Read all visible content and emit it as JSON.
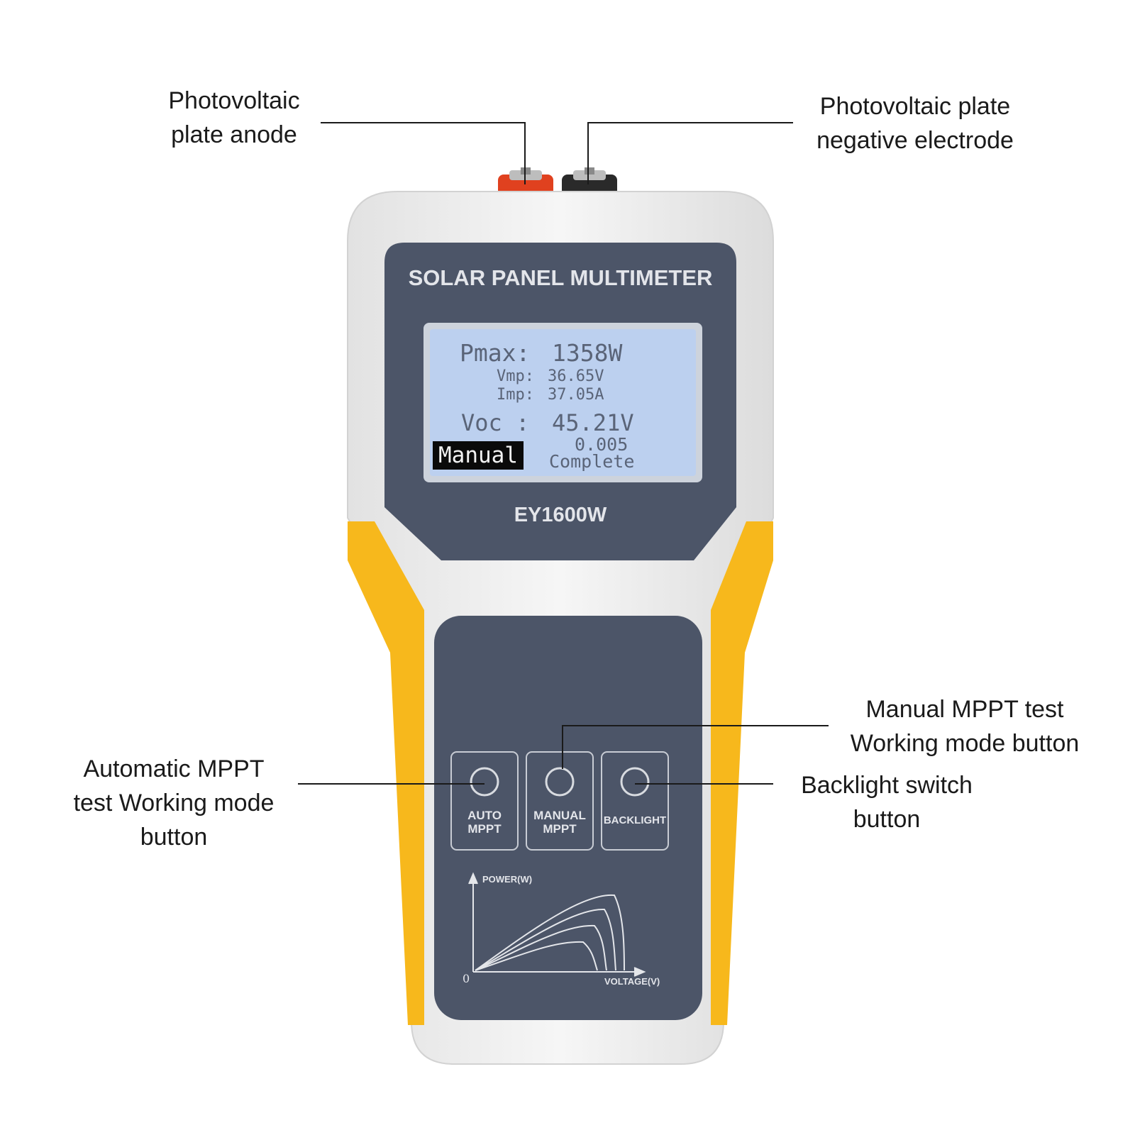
{
  "callouts": {
    "anode": [
      "Photovoltaic",
      "plate anode"
    ],
    "negative": [
      "Photovoltaic plate",
      "negative electrode"
    ],
    "manual": [
      "Manual MPPT test",
      "Working mode button"
    ],
    "auto": [
      "Automatic MPPT",
      "test Working mode",
      "button"
    ],
    "backlight": [
      "Backlight switch",
      "button"
    ]
  },
  "device": {
    "title": "SOLAR PANEL MULTIMETER",
    "model": "EY1600W",
    "lcd": {
      "pmax_label": "Pmax:",
      "pmax_value": "1358W",
      "vmp_label": "Vmp:",
      "vmp_value": "36.65V",
      "imp_label": "Imp:",
      "imp_value": "37.05A",
      "voc_label": "Voc :",
      "voc_value": "45.21V",
      "mode": "Manual",
      "reading": "0.005",
      "status": "Complete"
    },
    "buttons": {
      "auto": [
        "AUTO",
        "MPPT"
      ],
      "manual": [
        "MANUAL",
        "MPPT"
      ],
      "backlight": "BACKLIGHT"
    },
    "graph": {
      "y_label": "POWER(W)",
      "x_label": "VOLTAGE(V)",
      "origin": "0"
    }
  },
  "colors": {
    "body": "#ececec",
    "grip": "#f7b81c",
    "panel": "#4c5568",
    "lcd": "#bcd0ef",
    "anode_terminal": "#e0411f",
    "negative_terminal": "#2a2a2a"
  }
}
